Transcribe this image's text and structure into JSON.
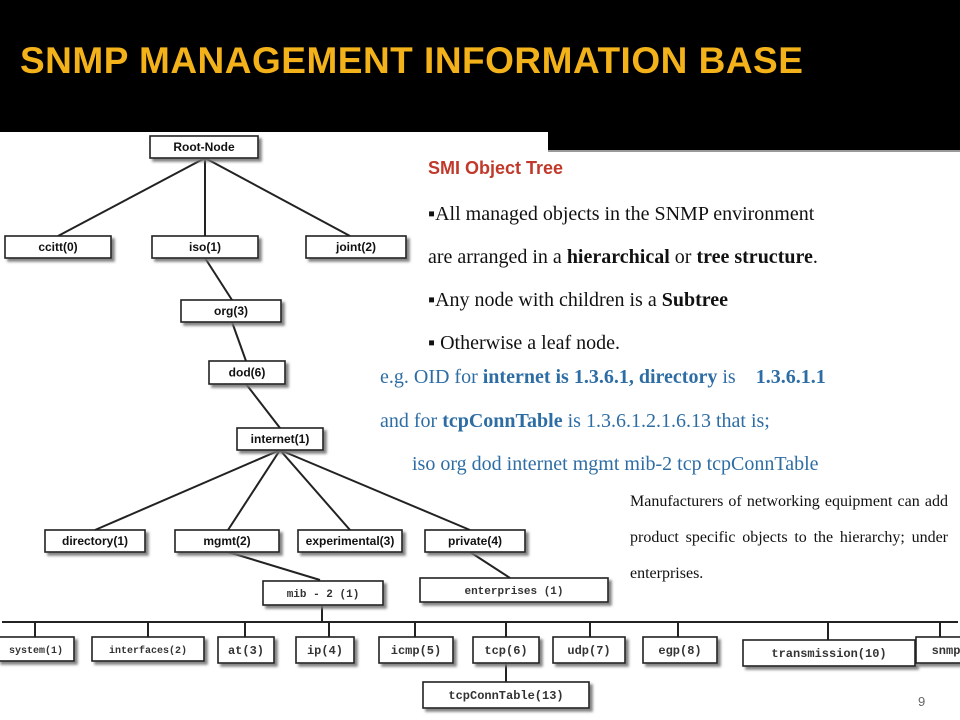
{
  "slide": {
    "title": "SNMP MANAGEMENT INFORMATION BASE",
    "page_number": "9"
  },
  "colors": {
    "title": "#f3b219",
    "smi_heading": "#c0392b",
    "example_text": "#2e6da4"
  },
  "tree": {
    "root": "Root-Node",
    "level1": [
      "ccitt(0)",
      "iso(1)",
      "joint(2)"
    ],
    "org": "org(3)",
    "dod": "dod(6)",
    "internet": "internet(1)",
    "level4": [
      "directory(1)",
      "mgmt(2)",
      "experimental(3)",
      "private(4)"
    ],
    "mib2": "mib - 2 (1)",
    "enterprises": "enterprises (1)",
    "mib2_children": [
      "system(1)",
      "interfaces(2)",
      "at(3)",
      "ip(4)",
      "icmp(5)",
      "tcp(6)",
      "udp(7)",
      "egp(8)",
      "transmission(10)",
      "snmp"
    ],
    "tcpConnTable": "tcpConnTable(13)"
  },
  "text": {
    "smi_heading": "SMI Object Tree",
    "b1_l1": "All managed objects in the SNMP environment",
    "b1_l2_a": "are arranged in a ",
    "b1_l2_b": "hierarchical",
    "b1_l2_c": " or ",
    "b1_l2_d": "tree structure",
    "b1_l2_e": ".",
    "b2_a": "Any node with children is a ",
    "b2_b": "Subtree",
    "b3": " Otherwise a leaf node.",
    "eg1_a": "e.g.  OID for ",
    "eg1_b": "internet is 1.3.6.1, directory",
    "eg1_c": " is ",
    "eg1_d": "1.3.6.1.1",
    "eg2_a": "and for ",
    "eg2_b": "tcpConnTable",
    "eg2_c": " is   1.3.6.1.2.1.6.13  that is;",
    "eg3": "iso org dod internet mgmt mib-2 tcp tcpConnTable",
    "manufacturers": "Manufacturers of networking equipment can add product specific objects to the hierarchy; under enterprises."
  }
}
